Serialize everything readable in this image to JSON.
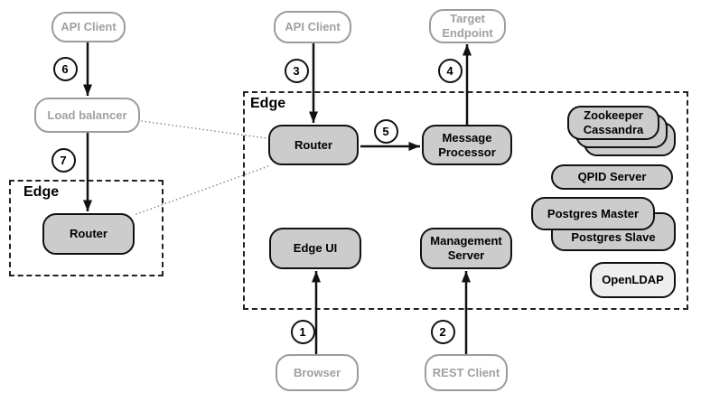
{
  "groups": {
    "outer": {
      "label": "Edge"
    },
    "inner": {
      "label": "Edge"
    }
  },
  "nodes": {
    "api_client_left": {
      "label": "API Client"
    },
    "load_balancer": {
      "label": "Load balancer"
    },
    "router_left": {
      "label": "Router"
    },
    "api_client_top": {
      "label": "API Client"
    },
    "target_endpoint": {
      "label": "Target Endpoint"
    },
    "router_main": {
      "label": "Router"
    },
    "message_processor": {
      "label": "Message Processor"
    },
    "edge_ui": {
      "label": "Edge UI"
    },
    "management_server": {
      "label": "Management Server"
    },
    "browser": {
      "label": "Browser"
    },
    "rest_client": {
      "label": "REST Client"
    },
    "zookeeper_cassandra": {
      "label": "Zookeeper Cassandra"
    },
    "qpid_server": {
      "label": "QPID Server"
    },
    "postgres_master": {
      "label": "Postgres Master"
    },
    "postgres_slave": {
      "label": "Postgres Slave"
    },
    "openldap": {
      "label": "OpenLDAP"
    }
  },
  "steps": {
    "s1": "1",
    "s2": "2",
    "s3": "3",
    "s4": "4",
    "s5": "5",
    "s6": "6",
    "s7": "7"
  },
  "colors": {
    "component_fill": "#cccccc",
    "component_fill_light": "#eeeeee",
    "external_outline": "#9c9c9c",
    "outline_black": "#111111"
  }
}
